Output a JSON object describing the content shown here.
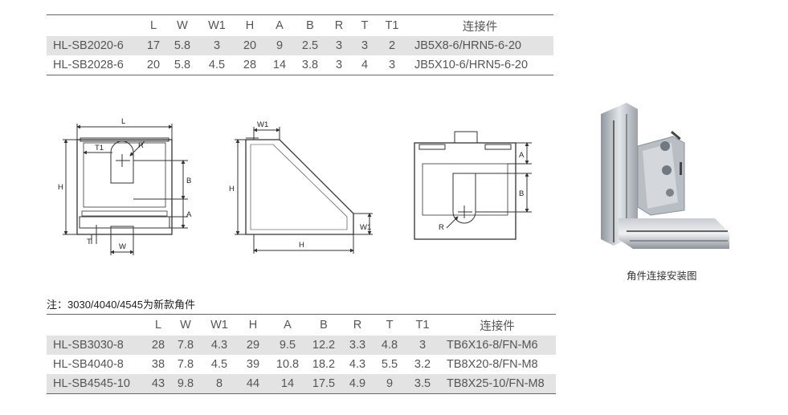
{
  "table1": {
    "headers": [
      "",
      "L",
      "W",
      "W1",
      "H",
      "A",
      "B",
      "R",
      "T",
      "T1",
      "连接件"
    ],
    "rows": [
      [
        "HL-SB2020-6",
        "17",
        "5.8",
        "3",
        "20",
        "9",
        "2.5",
        "3",
        "3",
        "2",
        "JB5X8-6/HRN5-6-20"
      ],
      [
        "HL-SB2028-6",
        "20",
        "5.8",
        "4.5",
        "28",
        "14",
        "3.8",
        "3",
        "4",
        "3",
        "JB5X10-6/HRN5-6-20"
      ]
    ]
  },
  "drawings": {
    "front": {
      "L": "L",
      "T1": "T1",
      "R": "R",
      "H": "H",
      "B": "B",
      "A": "A",
      "T": "T",
      "W": "W"
    },
    "side": {
      "W1_top": "W1",
      "H_left": "H",
      "W1_right": "W1",
      "H_bottom": "H"
    },
    "back": {
      "A": "A",
      "B": "B",
      "R": "R"
    }
  },
  "photo": {
    "caption": "角件连接安装图"
  },
  "note": "注：3030/4040/4545为新款角件",
  "table2": {
    "headers": [
      "",
      "L",
      "W",
      "W1",
      "H",
      "A",
      "B",
      "R",
      "T",
      "T1",
      "连接件"
    ],
    "rows": [
      [
        "HL-SB3030-8",
        "28",
        "7.8",
        "4.3",
        "29",
        "9.5",
        "12.2",
        "3.3",
        "4.8",
        "3",
        "TB6X16-8/FN-M6"
      ],
      [
        "HL-SB4040-8",
        "38",
        "7.8",
        "4.5",
        "39",
        "10.8",
        "18.2",
        "4.3",
        "5.5",
        "3.2",
        "TB8X20-8/FN-M8"
      ],
      [
        "HL-SB4545-10",
        "43",
        "9.8",
        "8",
        "44",
        "14",
        "17.5",
        "4.9",
        "9",
        "3.5",
        "TB8X25-10/FN-M8"
      ]
    ]
  }
}
